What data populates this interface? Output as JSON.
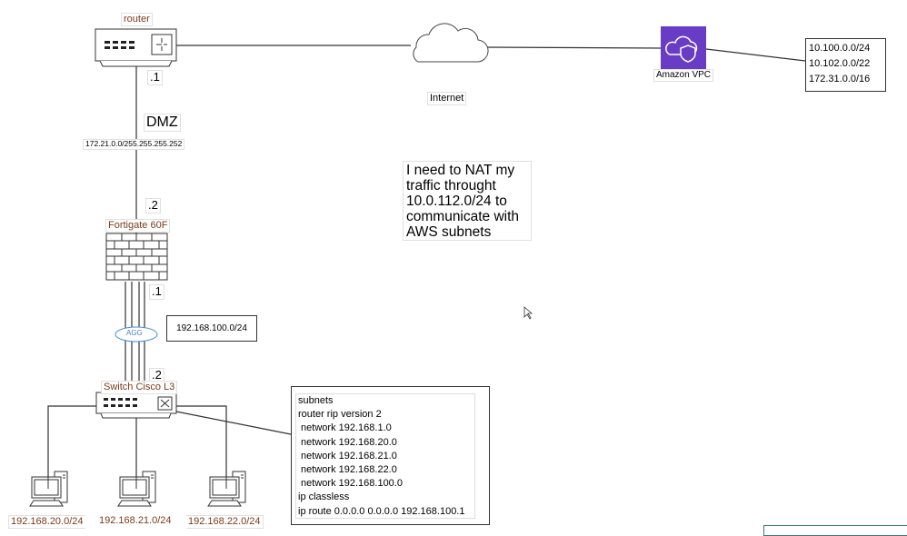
{
  "nodes": {
    "router": {
      "label": "router",
      "port": ".1"
    },
    "internet": {
      "label": "Internet"
    },
    "aws": {
      "label": "Amazon VPC",
      "subnets": [
        "10.100.0.0/24",
        "10.102.0.0/22",
        "172.31.0.0/16"
      ],
      "color": "#693cc5"
    },
    "dmz": {
      "label": "DMZ",
      "network": "172.21.0.0/255.255.255.252",
      "fw_port": ".2"
    },
    "firewall": {
      "label": "Fortigate 60F",
      "port": ".1"
    },
    "agg": {
      "label": "AGG",
      "network": "192.168.100.0/24"
    },
    "switch": {
      "label": "Switch Cisco L3",
      "port": ".2"
    },
    "pcs": [
      "192.168.20.0/24",
      "192.168.21.0/24",
      "192.168.22.0/24"
    ]
  },
  "note": {
    "text": "I need to NAT my traffic throught 10.0.112.0/24 to communicate with AWS subnets"
  },
  "config": {
    "lines": [
      "subnets",
      "router rip version 2",
      " network 192.168.1.0",
      " network 192.168.20.0",
      " network 192.168.21.0",
      " network 192.168.22.0",
      " network 192.168.100.0",
      "ip classless",
      "ip route 0.0.0.0 0.0.0.0 192.168.100.1"
    ]
  }
}
